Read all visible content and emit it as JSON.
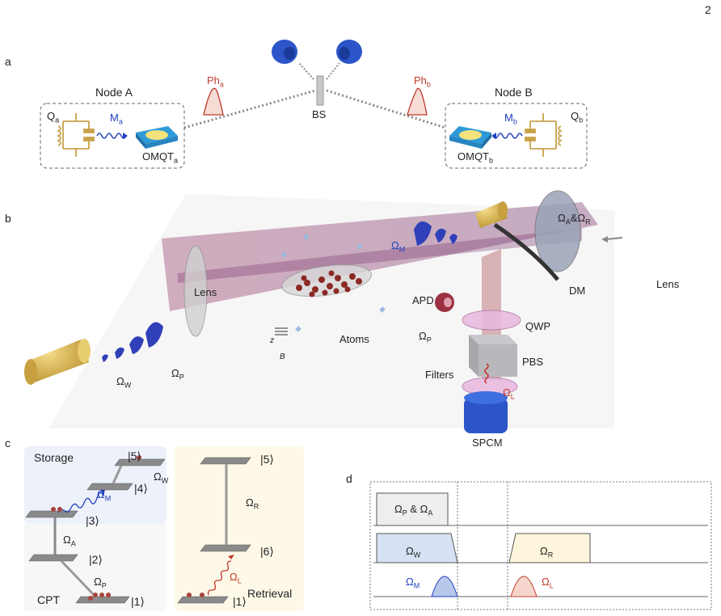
{
  "page_number": "2",
  "panels": {
    "a": {
      "letter": "a",
      "node_a": "Node A",
      "node_b": "Node B",
      "q_a": "Q",
      "q_a_sub": "a",
      "q_b": "Q",
      "q_b_sub": "b",
      "m_a": "M",
      "m_a_sub": "a",
      "m_b": "M",
      "m_b_sub": "b",
      "omqt_a": "OMQT",
      "omqt_a_sub": "a",
      "omqt_b": "OMQT",
      "omqt_b_sub": "b",
      "ph_a": "Ph",
      "ph_a_sub": "a",
      "ph_b": "Ph",
      "ph_b_sub": "b",
      "bs": "BS"
    },
    "b": {
      "letter": "b",
      "lens_left": "Lens",
      "lens_right": "Lens",
      "omega_w": "Ω",
      "omega_w_sub": "W",
      "omega_p": "Ω",
      "omega_p_sub": "P",
      "omega_p2": "Ω",
      "omega_p2_sub": "P",
      "omega_m": "Ω",
      "omega_m_sub": "M",
      "omega_ar": "Ω",
      "omega_ar_a": "A",
      "omega_ar_amp": "&Ω",
      "omega_ar_r": "R",
      "omega_l": "Ω",
      "omega_l_sub": "L",
      "atoms": "Atoms",
      "dm": "DM",
      "apd": "APD",
      "qwp": "QWP",
      "pbs": "PBS",
      "filters": "Filters",
      "spcm": "SPCM",
      "axis_z": "z",
      "axis_b": "B"
    },
    "c": {
      "letter": "c",
      "storage": "Storage",
      "cpt": "CPT",
      "retrieval": "Retrieval",
      "k1": "|1⟩",
      "k2": "|2⟩",
      "k3": "|3⟩",
      "k4": "|4⟩",
      "k5": "|5⟩",
      "k6": "|6⟩",
      "r1": "|1⟩",
      "r5": "|5⟩",
      "omega": "Ω",
      "sub_w": "W",
      "sub_m": "M",
      "sub_a": "A",
      "sub_p": "P",
      "sub_r": "R",
      "sub_l": "L"
    },
    "d": {
      "letter": "d",
      "pa_label": "Ω",
      "pa_p": "P",
      "pa_amp": " & Ω",
      "pa_a": "A",
      "w": "Ω",
      "w_sub": "W",
      "r": "Ω",
      "r_sub": "R",
      "m": "Ω",
      "m_sub": "M",
      "l": "Ω",
      "l_sub": "L"
    }
  },
  "colors": {
    "red": "#c0392b",
    "blue": "#1f3fbf",
    "storage_bg": "#edf1fa",
    "retrieval_bg": "#fdf8e8",
    "beam": "#a2607a"
  }
}
